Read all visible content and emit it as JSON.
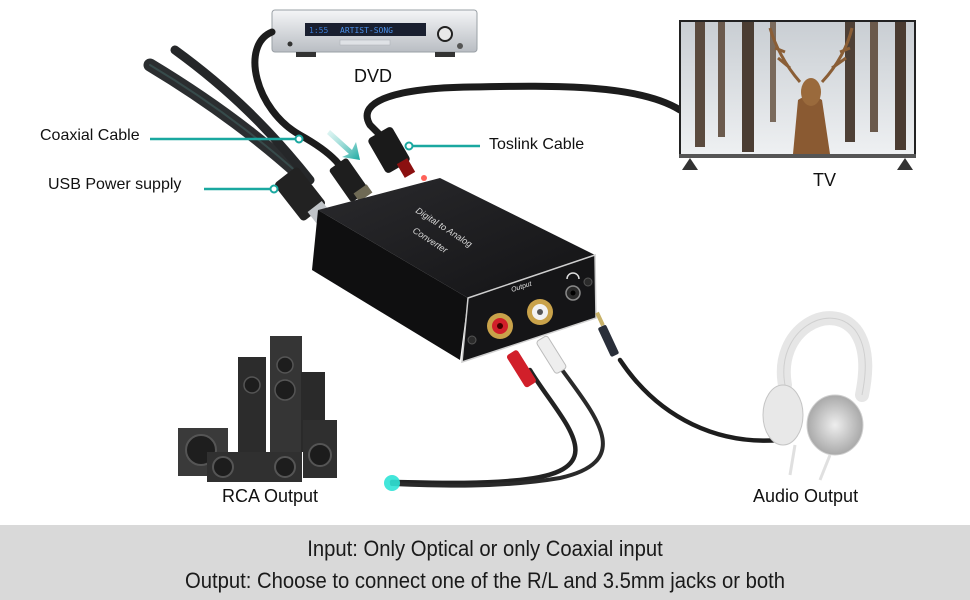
{
  "labels": {
    "dvd": "DVD",
    "tv": "TV",
    "coaxial_cable": "Coaxial Cable",
    "usb_power": "USB Power supply",
    "toslink_cable": "Toslink Cable",
    "rca_output": "RCA Output",
    "audio_output": "Audio Output"
  },
  "device": {
    "title_line1": "Digital to Analog",
    "title_line2": "Converter",
    "output_label": "Output"
  },
  "dvd_display": {
    "time": "1:55",
    "text": "ARTIST-SONG"
  },
  "footer": {
    "line1": "Input: Only Optical or only Coaxial input",
    "line2": "Output: Choose to connect one of the R/L and 3.5mm jacks or both"
  },
  "colors": {
    "accent": "#1aa8a0",
    "footer_bg": "#d9d9d9",
    "device_body": "#1b1b1d",
    "rca_red": "#d11f2a",
    "rca_white": "#f2f2f2",
    "gold": "#c9a24a"
  }
}
